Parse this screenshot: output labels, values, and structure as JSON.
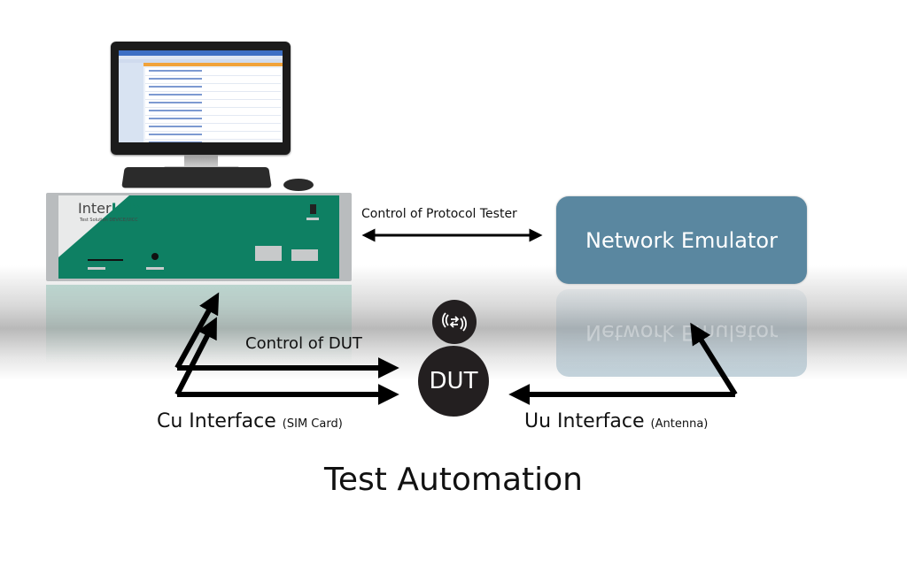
{
  "diagram": {
    "title": "Test Automation",
    "nodes": {
      "protocol_tester": {
        "brand_prefix": "Inter",
        "brand_suffix": "Lab",
        "subtitle": "Test Solution DEVICE/UICC"
      },
      "network_emulator": {
        "label": "Network Emulator"
      },
      "dut": {
        "label": "DUT",
        "icon": "wireless-exchange-icon"
      }
    },
    "edges": {
      "control_protocol_tester": {
        "label": "Control of Protocol Tester",
        "direction": "bidirectional"
      },
      "control_dut": {
        "label": "Control of DUT"
      },
      "cu_interface": {
        "label": "Cu Interface",
        "note": "(SIM Card)"
      },
      "uu_interface": {
        "label": "Uu Interface",
        "note": "(Antenna)"
      }
    },
    "colors": {
      "rack_green": "#0e8063",
      "emulator_blue": "#5a87a0",
      "dut_black": "#231f20",
      "arrow": "#000000"
    }
  }
}
